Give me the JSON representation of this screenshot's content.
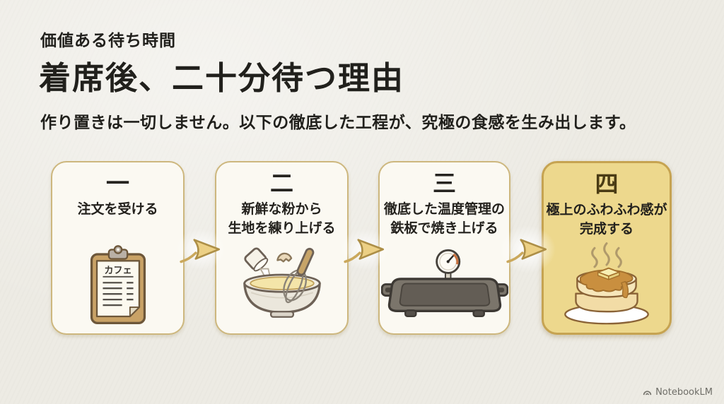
{
  "header": {
    "kicker": "価値ある待ち時間",
    "title": "着席後、二十分待つ理由",
    "subtitle": "作り置きは一切しません。以下の徹底した工程が、究極の食感を生み出します。"
  },
  "steps": [
    {
      "number": "一",
      "line1": "注文を受ける",
      "line2": "",
      "icon": "order-clipboard-icon",
      "icon_label": "カフェ",
      "highlight": false
    },
    {
      "number": "二",
      "line1": "新鮮な粉から",
      "line2": "生地を練り上げる",
      "icon": "mixing-bowl-icon",
      "highlight": false
    },
    {
      "number": "三",
      "line1": "徹底した温度管理の",
      "line2": "鉄板で焼き上げる",
      "icon": "griddle-thermometer-icon",
      "highlight": false
    },
    {
      "number": "四",
      "line1": "極上のふわふわ感が",
      "line2": "完成する",
      "icon": "pancakes-icon",
      "highlight": true
    }
  ],
  "footer": {
    "brand": "NotebookLM"
  },
  "palette": {
    "paper": "#edebe4",
    "card_background": "#fbf9f2",
    "card_border": "#cdb77e",
    "highlight_background": "#edd88d",
    "highlight_border": "#c6a351",
    "highlight_number": "#4a3b14",
    "arrow_fill": "#ecd085",
    "arrow_outline": "#ad8f47",
    "ink": "#21201c",
    "logo_gray": "#6f6e68"
  }
}
